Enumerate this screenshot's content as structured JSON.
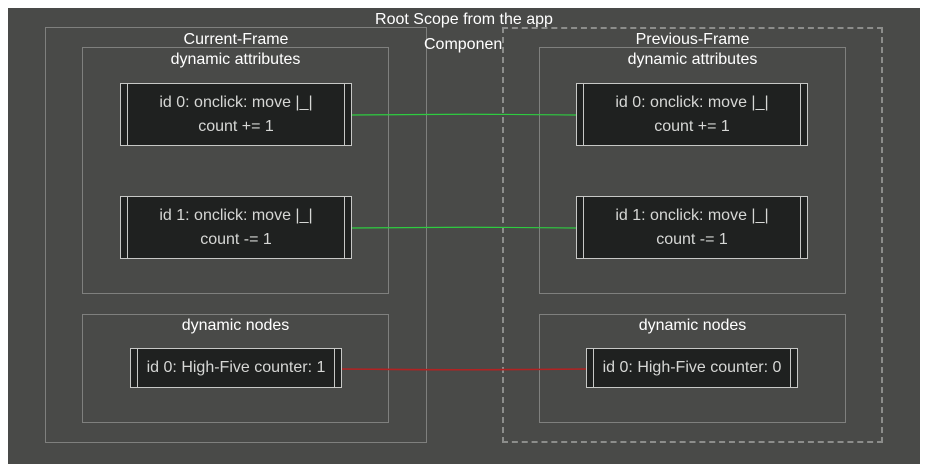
{
  "root_label": "Root Scope from the app",
  "middle_label": "Componen",
  "current_frame": {
    "title": "Current-Frame",
    "attributes_label": "dynamic attributes",
    "attributes": [
      {
        "line1": "id 0: onclick: move |_|",
        "line2": "count += 1"
      },
      {
        "line1": "id 1: onclick: move |_|",
        "line2": "count -= 1"
      }
    ],
    "nodes_label": "dynamic nodes",
    "nodes": [
      {
        "text": "id 0: High-Five counter: 1"
      }
    ]
  },
  "previous_frame": {
    "title": "Previous-Frame",
    "attributes_label": "dynamic attributes",
    "attributes": [
      {
        "line1": "id 0: onclick: move |_|",
        "line2": "count += 1"
      },
      {
        "line1": "id 1: onclick: move |_|",
        "line2": "count -= 1"
      }
    ],
    "nodes_label": "dynamic nodes",
    "nodes": [
      {
        "text": "id 0: High-Five counter: 0"
      }
    ]
  },
  "colors": {
    "background": "#494a48",
    "attribute_link": "#2ecc40",
    "node_link": "#b22222"
  }
}
